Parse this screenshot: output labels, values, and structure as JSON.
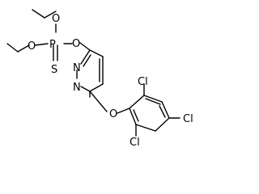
{
  "molecule": {
    "atoms": [
      {
        "id": "O1",
        "text": "O"
      },
      {
        "id": "O2",
        "text": "O"
      },
      {
        "id": "P",
        "text": "P"
      },
      {
        "id": "S",
        "text": "S"
      },
      {
        "id": "O3",
        "text": "O"
      },
      {
        "id": "N1",
        "text": "N"
      },
      {
        "id": "N2",
        "text": "N"
      },
      {
        "id": "O4",
        "text": "O"
      },
      {
        "id": "Cl1",
        "text": "Cl"
      },
      {
        "id": "Cl2",
        "text": "Cl"
      },
      {
        "id": "Cl3",
        "text": "Cl"
      }
    ],
    "colors": {
      "bond": "#000000",
      "text": "#000000",
      "background": "#ffffff"
    }
  }
}
